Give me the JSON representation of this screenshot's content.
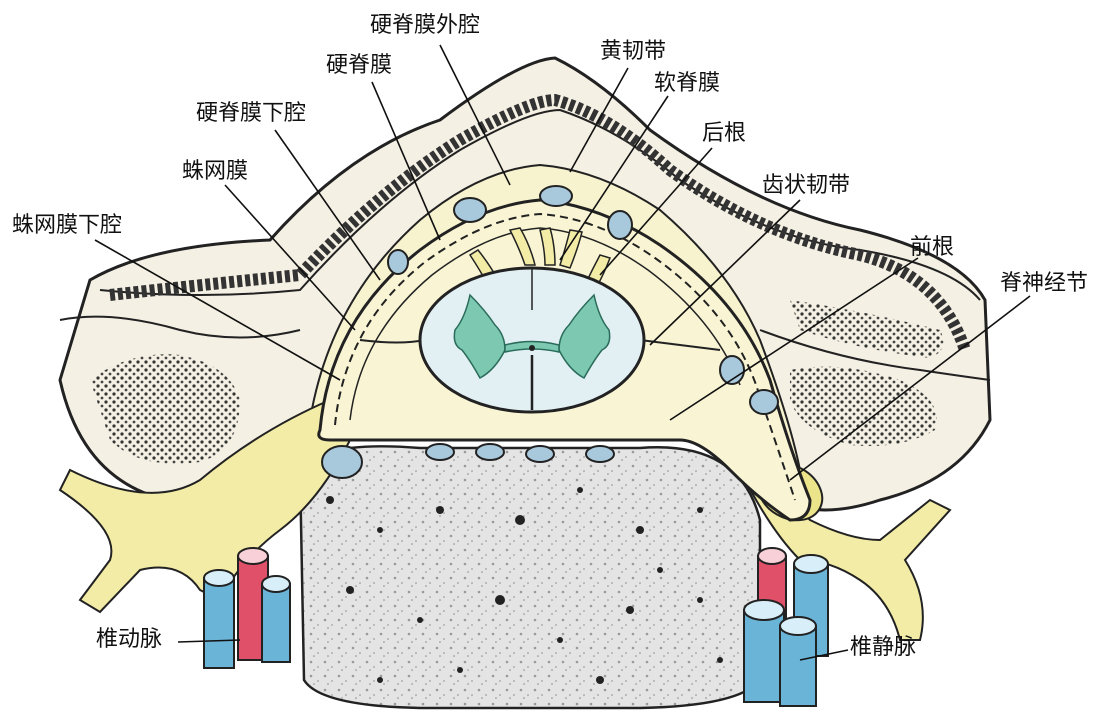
{
  "labels": {
    "epidural_space": "硬脊膜外腔",
    "dura_mater": "硬脊膜",
    "ligamentum_flavum": "黄韧带",
    "pia_mater": "软脊膜",
    "subdural_space": "硬脊膜下腔",
    "posterior_root": "后根",
    "arachnoid": "蛛网膜",
    "denticulate_ligament": "齿状韧带",
    "subarachnoid_space": "蛛网膜下腔",
    "anterior_root": "前根",
    "spinal_ganglion": "脊神经节",
    "vertebral_artery": "椎动脉",
    "vertebral_vein": "椎静脉"
  },
  "colors": {
    "bone": "#f4f0e4",
    "nerve": "#f2eca6",
    "cord": "#e2f0f4",
    "grey_matter": "#7cc8b0",
    "artery": "#e05068",
    "vein": "#6ab4d8",
    "body_fill": "#d8d8d8",
    "outline": "#222222"
  }
}
